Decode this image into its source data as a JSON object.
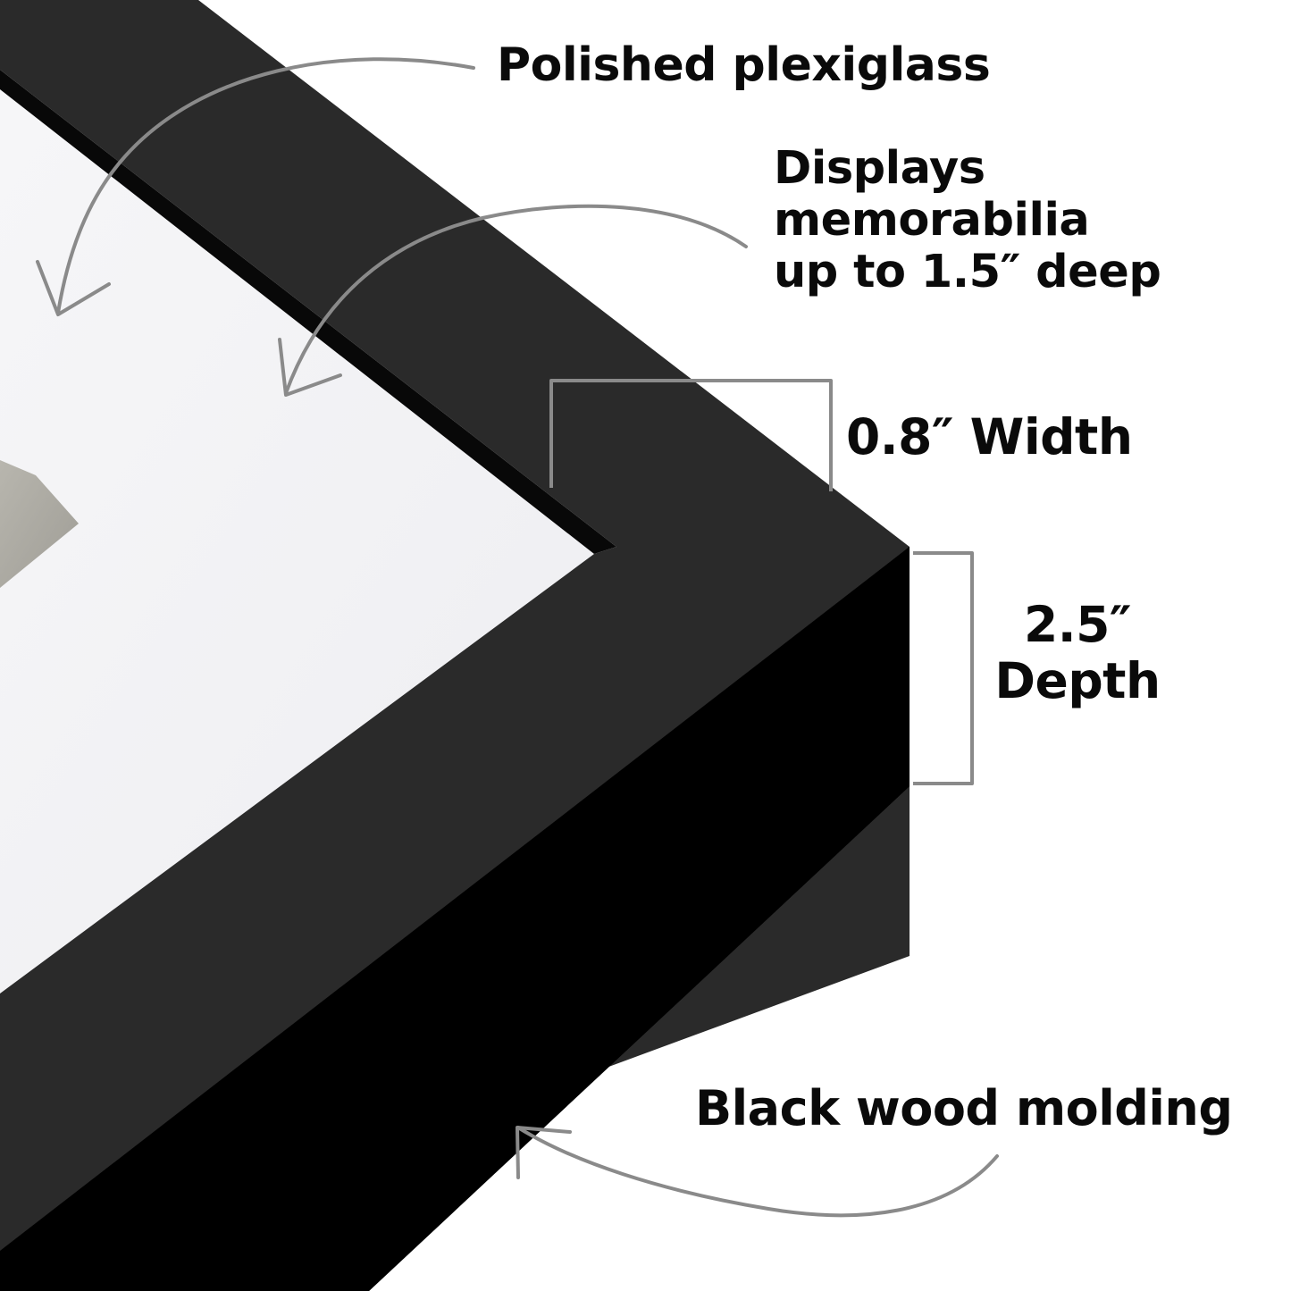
{
  "callouts": {
    "plexiglass": "Polished plexiglass",
    "memorabilia": [
      "Displays",
      "memorabilia",
      "up to 1.5″ deep"
    ],
    "width": "0.8″ Width",
    "depth": [
      "2.5″",
      "Depth"
    ],
    "molding": "Black wood molding"
  },
  "colors": {
    "background": "#ffffff",
    "mat": "#f1f1f3",
    "frame_face": "#2a2a2a",
    "frame_side": "#000000",
    "inner_shadow": "#080808",
    "artwork_gray": "#a9a7a0",
    "annotation_gray": "#8a8a8a",
    "text": "#0a0a0a"
  },
  "icons": [
    "curved-arrow-icon",
    "width-bracket-icon",
    "depth-bracket-icon"
  ]
}
